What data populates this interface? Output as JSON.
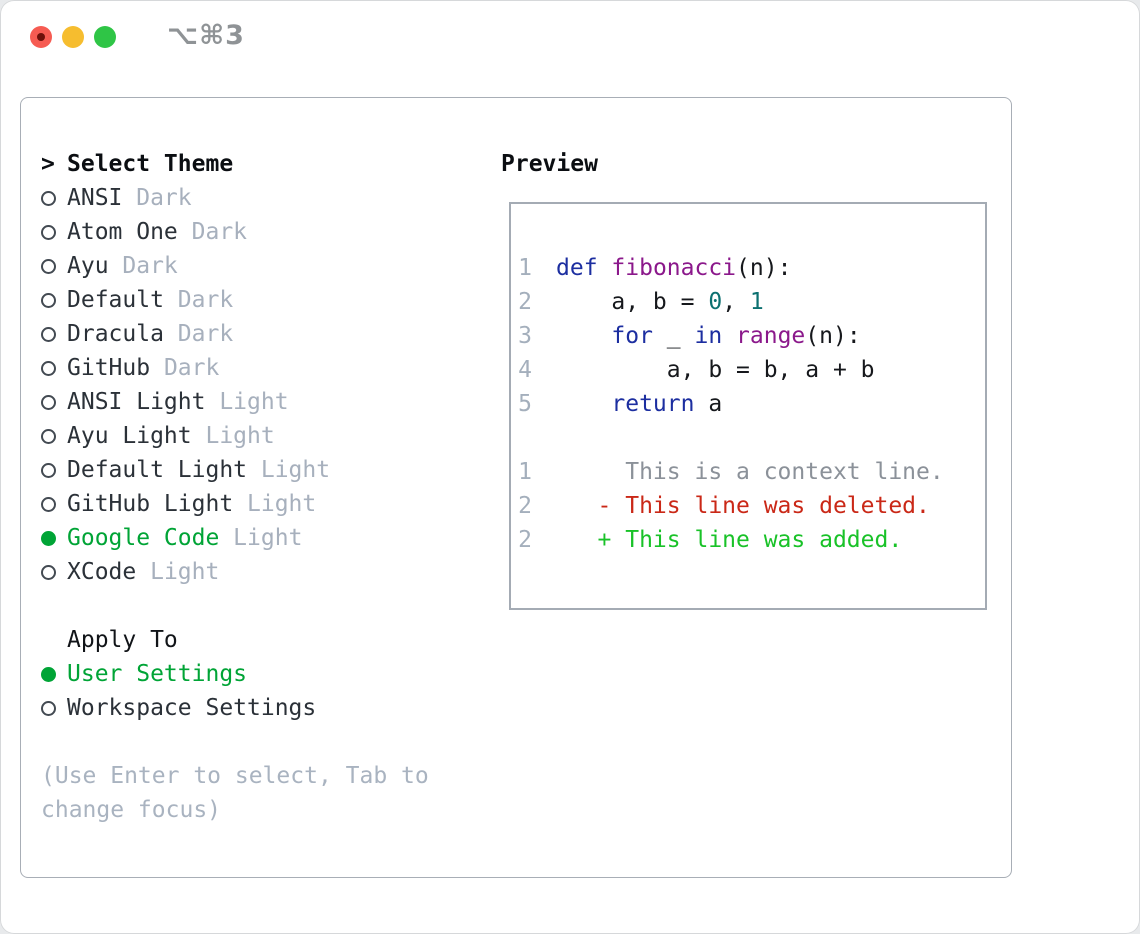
{
  "window": {
    "title": "⌥⌘3",
    "controls": [
      {
        "name": "close"
      },
      {
        "name": "minimize"
      },
      {
        "name": "zoom"
      }
    ]
  },
  "theme_selector": {
    "prompt": ">",
    "title": "Select Theme",
    "items": [
      {
        "name": "ANSI",
        "variant": "Dark",
        "selected": false
      },
      {
        "name": "Atom One",
        "variant": "Dark",
        "selected": false
      },
      {
        "name": "Ayu",
        "variant": "Dark",
        "selected": false
      },
      {
        "name": "Default",
        "variant": "Dark",
        "selected": false
      },
      {
        "name": "Dracula",
        "variant": "Dark",
        "selected": false
      },
      {
        "name": "GitHub",
        "variant": "Dark",
        "selected": false
      },
      {
        "name": "ANSI Light",
        "variant": "Light",
        "selected": false
      },
      {
        "name": "Ayu Light",
        "variant": "Light",
        "selected": false
      },
      {
        "name": "Default Light",
        "variant": "Light",
        "selected": false
      },
      {
        "name": "GitHub Light",
        "variant": "Light",
        "selected": false
      },
      {
        "name": "Google Code",
        "variant": "Light",
        "selected": true
      },
      {
        "name": "XCode",
        "variant": "Light",
        "selected": false
      }
    ]
  },
  "apply_to": {
    "title": "Apply To",
    "options": [
      {
        "label": "User Settings",
        "selected": true
      },
      {
        "label": "Workspace Settings",
        "selected": false
      }
    ]
  },
  "hint": "(Use Enter to select, Tab to change focus)",
  "preview": {
    "title": "Preview",
    "code_lines": [
      {
        "num": "1",
        "tokens": [
          [
            "kw",
            "def"
          ],
          [
            "pl",
            " "
          ],
          [
            "fn",
            "fibonacci"
          ],
          [
            "pl",
            "(n):"
          ]
        ]
      },
      {
        "num": "2",
        "tokens": [
          [
            "pl",
            "    a, b = "
          ],
          [
            "lit",
            "0"
          ],
          [
            "pl",
            ", "
          ],
          [
            "lit",
            "1"
          ]
        ]
      },
      {
        "num": "3",
        "tokens": [
          [
            "pl",
            "    "
          ],
          [
            "kw",
            "for"
          ],
          [
            "pl",
            " _ "
          ],
          [
            "kw",
            "in"
          ],
          [
            "pl",
            " "
          ],
          [
            "fn",
            "range"
          ],
          [
            "pl",
            "(n):"
          ]
        ]
      },
      {
        "num": "4",
        "tokens": [
          [
            "pl",
            "        a, b = b, a + b"
          ]
        ]
      },
      {
        "num": "5",
        "tokens": [
          [
            "pl",
            "    "
          ],
          [
            "kw",
            "return"
          ],
          [
            "pl",
            " a"
          ]
        ]
      }
    ],
    "diff_lines": [
      {
        "num": "1",
        "type": "context",
        "tokens": [
          [
            "ctx",
            "     This is a context line."
          ]
        ]
      },
      {
        "num": "2",
        "type": "deleted",
        "tokens": [
          [
            "pl",
            "   "
          ],
          [
            "del",
            "- This line was deleted."
          ]
        ]
      },
      {
        "num": "2",
        "type": "added",
        "tokens": [
          [
            "pl",
            "   "
          ],
          [
            "add",
            "+ This line was added."
          ]
        ]
      }
    ]
  },
  "colors": {
    "accent_green": "#00a436",
    "added_green": "#19c228",
    "deleted_red": "#ca2817",
    "context_gray": "#8b9199",
    "keyword_blue": "#1c2ea0",
    "function_purple": "#8b188b",
    "literal_teal": "#0c7070",
    "muted_gray": "#a7b0bd",
    "line_number_gray": "#a4afbc",
    "border_gray": "#a8aeb6",
    "traffic_red": "#f65b52",
    "traffic_yellow": "#f6bd2f",
    "traffic_green": "#2fc546"
  }
}
